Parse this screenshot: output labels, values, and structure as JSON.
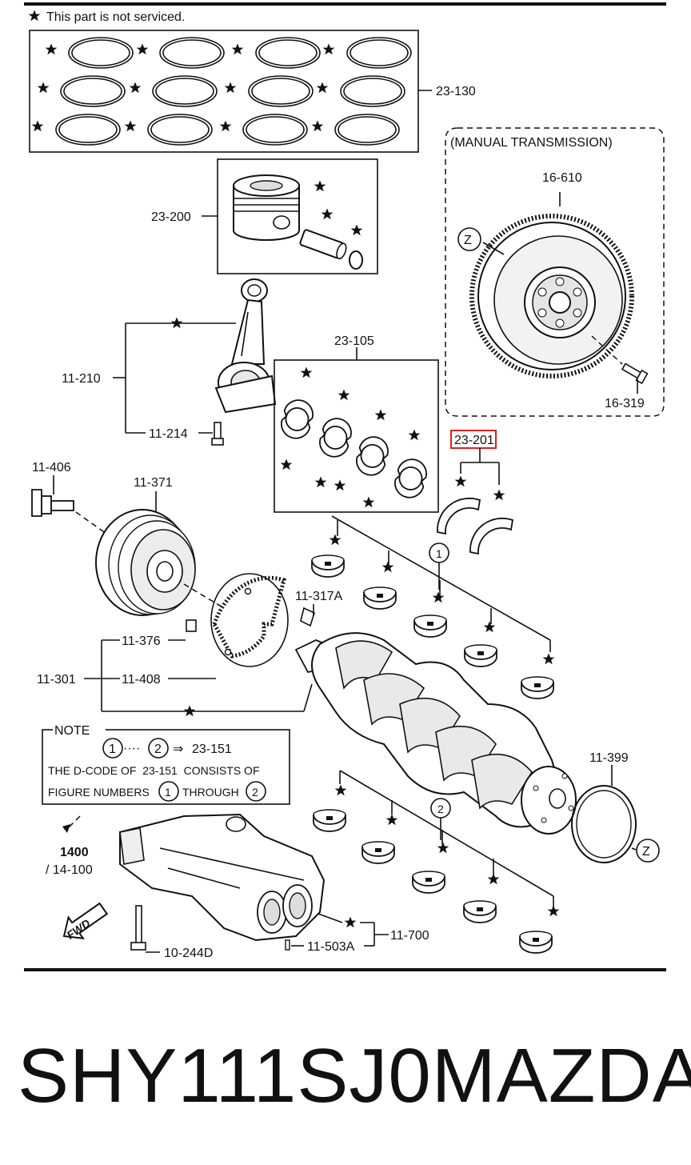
{
  "header_note": "This part is not serviced.",
  "manual_transmission_label": "(MANUAL TRANSMISSION)",
  "callouts": {
    "c23_130": "23-130",
    "c23_200": "23-200",
    "c16_610": "16-610",
    "c11_210": "11-210",
    "c23_105": "23-105",
    "c16_319": "16-319",
    "c11_214": "11-214",
    "c23_201": "23-201",
    "c11_406": "11-406",
    "c11_371": "11-371",
    "c11_317A": "11-317A",
    "c11_376": "11-376",
    "c11_301": "11-301",
    "c11_408": "11-408",
    "c11_399": "11-399",
    "c1400": "1400",
    "c14_100": "/ 14-100",
    "c10_244D": "10-244D",
    "c11_503A": "11-503A",
    "c11_700": "11-700"
  },
  "markers": {
    "z": "Z",
    "one": "1",
    "two": "2"
  },
  "note": {
    "title": "NOTE",
    "range_one": "1",
    "range_dots": "····",
    "range_two": "2",
    "arrow": "⇒",
    "range_target": "23-151",
    "line2": "THE D-CODE OF  23-151  CONSISTS OF",
    "line3_a": "FIGURE NUMBERS",
    "line3_one": "1",
    "line3_b": "THROUGH",
    "line3_two": "2"
  },
  "fwd_label": "FWD",
  "footer": {
    "part_number": "SHY111SJ0",
    "brand": "MAZDA"
  },
  "colors": {
    "highlight": "#e0201b",
    "ink": "#111111"
  }
}
